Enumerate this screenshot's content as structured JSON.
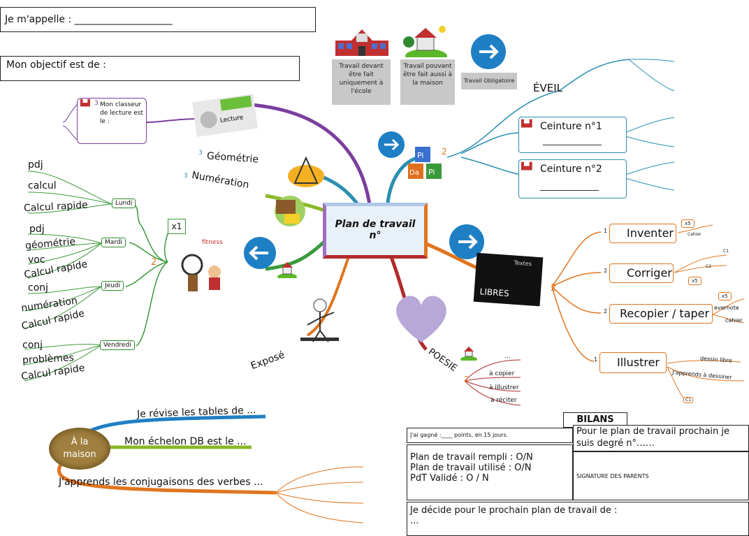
{
  "header": {
    "name_line": "Je m'appelle : ____________________",
    "objective_label": "Mon objectif est de :"
  },
  "legend": {
    "school_only": "Travail devant être fait uniquement à l'école",
    "also_home": "Travail pouvant être fait aussi à la maison",
    "mandatory": "Travail Obligatoire"
  },
  "center": {
    "title": "Plan de travail\nn°"
  },
  "branches": {
    "classeur": "Mon classeur de lecture est le :",
    "classeur_num": "3",
    "geometrie": "Géométrie",
    "geometrie_num": "3",
    "numeration": "Numération",
    "numeration_num": "3",
    "eveil": "ÉVEIL",
    "eveil_num": "2",
    "ceinture1": "Ceinture n°1",
    "ceinture2": "Ceinture n°2",
    "ceinture_line": "______________",
    "fitness_num": "2",
    "x1": "x1",
    "expose": "Exposé",
    "poesie": "POESIE",
    "poesie_num": "2",
    "poesie_items": [
      "...",
      "à copier",
      "à illustrer",
      "à réciter"
    ],
    "libres_num": "2",
    "libres_label": "LIBRES",
    "libres_small": "Textes"
  },
  "days": [
    {
      "day": "Lundi",
      "items": [
        "pdj",
        "calcul",
        "Calcul rapide"
      ]
    },
    {
      "day": "Mardi",
      "items": [
        "pdj",
        "géométrie",
        "voc",
        "Calcul rapide"
      ]
    },
    {
      "day": "Jeudi",
      "items": [
        "conj",
        "numération",
        "Calcul rapide"
      ]
    },
    {
      "day": "Vendredi",
      "items": [
        "conj",
        "problèmes",
        "Calcul rapide"
      ]
    }
  ],
  "libres": {
    "inventer": "Inventer",
    "inventer_n": "1",
    "inventer_x": "x5",
    "inventer_sub": "Cahier",
    "corriger": "Corriger",
    "corriger_n": "2",
    "corriger_c1": "C1",
    "corriger_c2": "C2",
    "corriger_x": "x5",
    "recopier": "Recopier / taper",
    "recopier_n": "2",
    "recopier_x": "x5",
    "recopier_a": "evernote",
    "recopier_b": "cahier",
    "illustrer": "Illustrer",
    "illustrer_n": "1",
    "illustrer_a": "dessin libre",
    "illustrer_b": "J'apprends à dessiner",
    "illustrer_c": "C1"
  },
  "maison": {
    "label": "À la maison",
    "items": [
      "Je révise les tables de ...",
      "Mon échelon DB est le ...",
      "J'apprends les conjugaisons des verbes ..."
    ]
  },
  "bilans": {
    "title": "BILANS",
    "gagne": "J'ai gagné :____ points, en 15 jours.",
    "prochain": "Pour le plan de travail prochain je suis degré n°……",
    "rempli": "Plan de travail rempli : O/N",
    "utilise": "Plan de travail utilisé : O/N",
    "pdt": "PdT Validé : O / N",
    "signature": "SIGNATURE DES PARENTS",
    "decide": "Je décide pour le prochain plan de travail de :",
    "decide_dots": "..."
  },
  "colors": {
    "blue": "#1f7fc4",
    "purple": "#7b3f9e",
    "green": "#3a9a3a",
    "orange": "#e0751f",
    "red": "#b02a2a",
    "teal": "#2a8fb0"
  }
}
